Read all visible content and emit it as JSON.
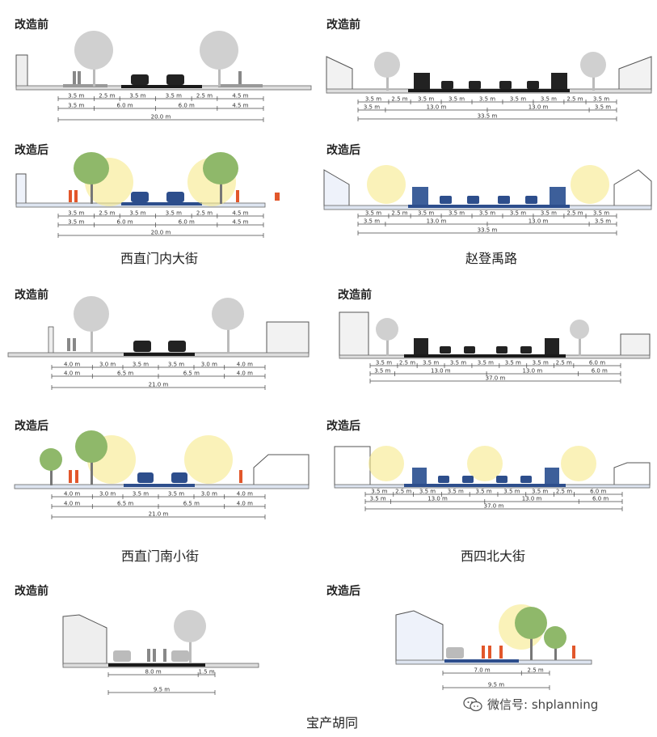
{
  "tags": {
    "before": "改造前",
    "after": "改造后"
  },
  "streets": [
    {
      "id": "xzmnd",
      "title": "西直门内大街",
      "before": {
        "rows": [
          [
            "3.5 m",
            "2.5 m",
            "3.5 m",
            "3.5 m",
            "2.5 m",
            "4.5 m"
          ],
          [
            "3.5 m",
            "6.0 m",
            "6.0 m",
            "4.5 m"
          ],
          [
            "20.0 m"
          ]
        ]
      },
      "after": {
        "rows": [
          [
            "3.5 m",
            "2.5 m",
            "3.5 m",
            "3.5 m",
            "2.5 m",
            "4.5 m"
          ],
          [
            "3.5 m",
            "6.0 m",
            "6.0 m",
            "4.5 m"
          ],
          [
            "20.0 m"
          ]
        ]
      }
    },
    {
      "id": "zdyl",
      "title": "赵登禹路",
      "before": {
        "rows": [
          [
            "3.5 m",
            "2.5 m",
            "3.5 m",
            "3.5 m",
            "3.5 m",
            "3.5 m",
            "3.5 m",
            "2.5 m",
            "3.5 m"
          ],
          [
            "3.5 m",
            "13.0 m",
            "13.0 m",
            "3.5 m"
          ],
          [
            "33.5 m"
          ]
        ]
      },
      "after": {
        "rows": [
          [
            "3.5 m",
            "2.5 m",
            "3.5 m",
            "3.5 m",
            "3.5 m",
            "3.5 m",
            "3.5 m",
            "2.5 m",
            "3.5 m"
          ],
          [
            "3.5 m",
            "13.0 m",
            "13.0 m",
            "3.5 m"
          ],
          [
            "33.5 m"
          ]
        ]
      }
    },
    {
      "id": "xzmnxj",
      "title": "西直门南小街",
      "before": {
        "rows": [
          [
            "4.0 m",
            "3.0 m",
            "3.5 m",
            "3.5 m",
            "3.0 m",
            "4.0 m"
          ],
          [
            "4.0 m",
            "6.5 m",
            "6.5 m",
            "4.0 m"
          ],
          [
            "21.0 m"
          ]
        ]
      },
      "after": {
        "rows": [
          [
            "4.0 m",
            "3.0 m",
            "3.5 m",
            "3.5 m",
            "3.0 m",
            "4.0 m"
          ],
          [
            "4.0 m",
            "6.5 m",
            "6.5 m",
            "4.0 m"
          ],
          [
            "21.0 m"
          ]
        ]
      }
    },
    {
      "id": "xsbdj",
      "title": "西四北大街",
      "before": {
        "rows": [
          [
            "3.5 m",
            "2.5 m",
            "3.5 m",
            "3.5 m",
            "3.5 m",
            "3.5 m",
            "3.5 m",
            "2.5 m",
            "6.0 m"
          ],
          [
            "3.5 m",
            "13.0 m",
            "13.0 m",
            "6.0 m"
          ],
          [
            "37.0 m"
          ]
        ]
      },
      "after": {
        "rows": [
          [
            "3.5 m",
            "2.5 m",
            "3.5 m",
            "3.5 m",
            "3.5 m",
            "3.5 m",
            "3.5 m",
            "2.5 m",
            "6.0 m"
          ],
          [
            "3.5 m",
            "13.0 m",
            "13.0 m",
            "6.0 m"
          ],
          [
            "37.0 m"
          ]
        ]
      }
    },
    {
      "id": "bchd",
      "title": "宝产胡同",
      "before": {
        "rows": [
          [
            "8.0 m",
            "1.5 m"
          ],
          [
            "9.5 m"
          ]
        ]
      },
      "after": {
        "rows": [
          [
            "7.0 m",
            "2.5 m"
          ],
          [
            "9.5 m"
          ]
        ]
      }
    }
  ],
  "watermark": {
    "text": "微信号: shplanning",
    "icon": "wechat-bubble-icon"
  },
  "colors": {
    "road": "#1a1a1a",
    "road_after": "#2d4e8c",
    "bus": "#3d5f9a",
    "tree": "#c9c9c9",
    "tree_after": "#8fb86a",
    "person_after": "#e2572b",
    "lamp_glow": "#f6e98a"
  }
}
